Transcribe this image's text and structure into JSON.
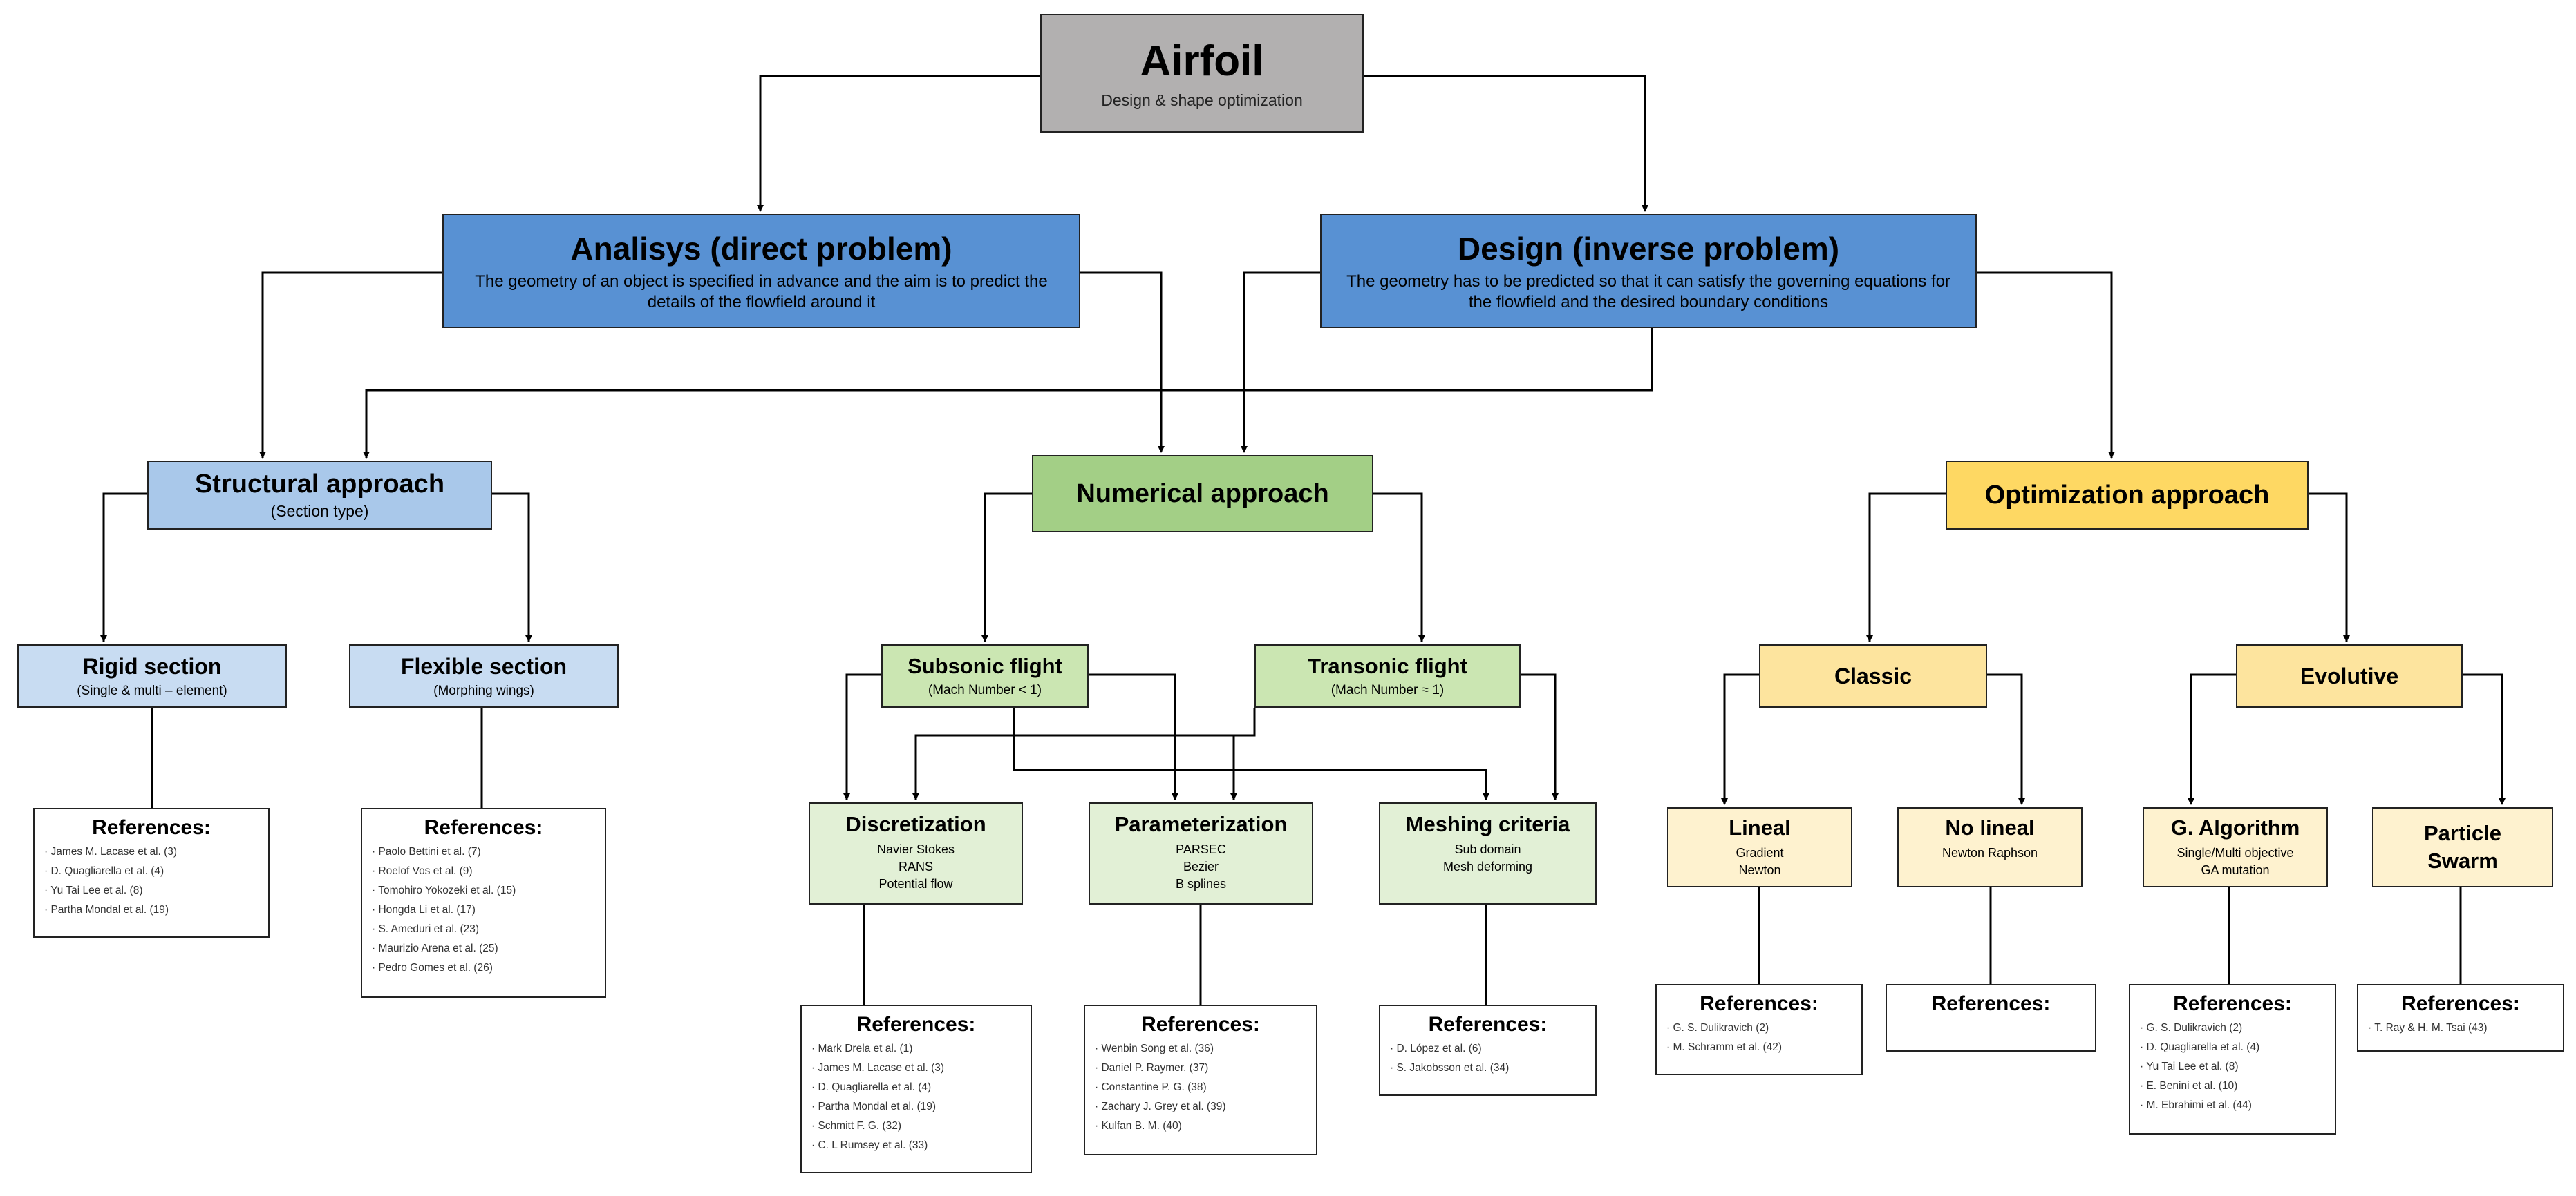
{
  "root": {
    "title": "Airfoil",
    "subtitle": "Design & shape optimization"
  },
  "analysis": {
    "title": "Analisys (direct problem)",
    "desc": "The geometry of an object is specified in advance and the aim is to predict the details of the flowfield around it"
  },
  "design": {
    "title": "Design (inverse problem)",
    "desc": "The geometry has to be predicted so that it can satisfy the governing equations for the flowfield and the desired boundary conditions"
  },
  "structural": {
    "title": "Structural approach",
    "subtitle": "(Section type)"
  },
  "numerical": {
    "title": "Numerical approach"
  },
  "optimization": {
    "title": "Optimization approach"
  },
  "rigid": {
    "title": "Rigid section",
    "subtitle": "(Single & multi – element)"
  },
  "flexible": {
    "title": "Flexible section",
    "subtitle": "(Morphing wings)"
  },
  "subsonic": {
    "title": "Subsonic flight",
    "subtitle": "(Mach Number < 1)"
  },
  "transonic": {
    "title": "Transonic flight",
    "subtitle": "(Mach Number ≈ 1)"
  },
  "classic": {
    "title": "Classic"
  },
  "evolutive": {
    "title": "Evolutive"
  },
  "discretization": {
    "title": "Discretization",
    "items": [
      "Navier Stokes",
      "RANS",
      "Potential flow"
    ]
  },
  "parameterization": {
    "title": "Parameterization",
    "items": [
      "PARSEC",
      "Bezier",
      "B splines"
    ]
  },
  "meshing": {
    "title": "Meshing criteria",
    "items": [
      "Sub domain",
      "Mesh deforming"
    ]
  },
  "lineal": {
    "title": "Lineal",
    "items": [
      "Gradient",
      "Newton"
    ]
  },
  "nolineal": {
    "title": "No lineal",
    "items": [
      "Newton Raphson"
    ]
  },
  "galgorithm": {
    "title": "G. Algorithm",
    "items": [
      "Single/Multi objective",
      "GA mutation"
    ]
  },
  "particle": {
    "title": "Particle Swarm"
  },
  "references_label": "References:",
  "refs": {
    "rigid": [
      "James M. Lacase et al. (3)",
      "D. Quagliarella et al. (4)",
      "Yu Tai Lee et al. (8)",
      "Partha Mondal et al. (19)"
    ],
    "flexible": [
      "Paolo Bettini et al. (7)",
      "Roelof Vos et al. (9)",
      "Tomohiro Yokozeki et al. (15)",
      "Hongda Li et al. (17)",
      "S. Ameduri et al. (23)",
      "Maurizio Arena et al. (25)",
      "Pedro Gomes et al. (26)"
    ],
    "discretization": [
      "Mark Drela et al. (1)",
      "James M. Lacase et al. (3)",
      "D. Quagliarella et al. (4)",
      "Partha Mondal et al. (19)",
      "Schmitt F. G. (32)",
      "C. L Rumsey et al. (33)"
    ],
    "parameterization": [
      "Wenbin Song et al. (36)",
      "Daniel P. Raymer. (37)",
      "Constantine P. G. (38)",
      "Zachary J. Grey et al. (39)",
      "Kulfan B. M. (40)"
    ],
    "meshing": [
      "D. López et al. (6)",
      "S. Jakobsson et al. (34)"
    ],
    "lineal": [
      "G. S. Dulikravich (2)",
      "M. Schramm et al. (42)"
    ],
    "nolineal": [],
    "galgorithm": [
      "G. S. Dulikravich (2)",
      "D. Quagliarella et al. (4)",
      "Yu Tai Lee et al. (8)",
      "E. Benini et al. (10)",
      "M. Ebrahimi et al. (44)"
    ],
    "particle": [
      "T. Ray & H. M. Tsai (43)"
    ]
  }
}
